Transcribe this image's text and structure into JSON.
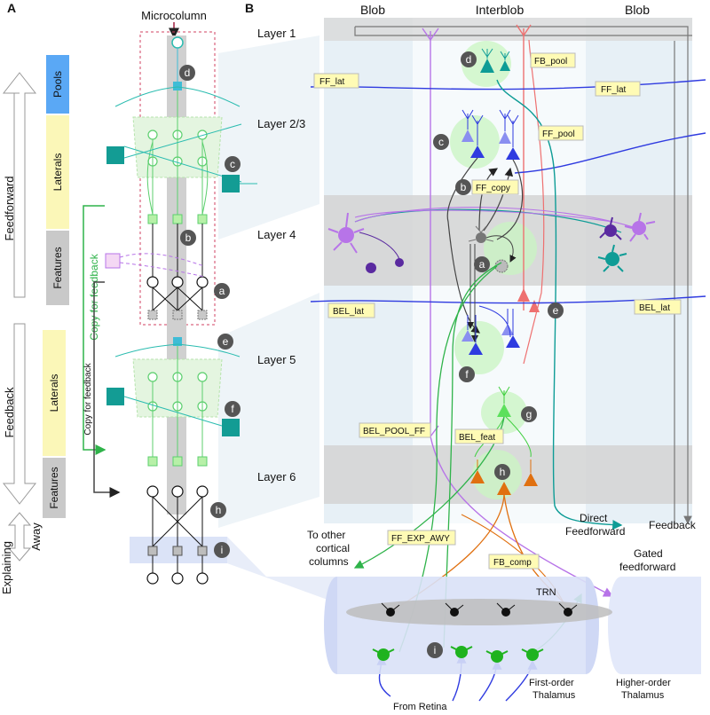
{
  "panels": {
    "a": "A",
    "b": "B"
  },
  "panel_a": {
    "microcolumn": "Microcolumn",
    "arrow_feedforward": "Feedforward",
    "arrow_feedback": "Feedback",
    "arrow_explaining": "Explaining",
    "arrow_away": "Away",
    "bar_pools": "Pools",
    "bar_laterals_top": "Laterals",
    "bar_features_top": "Features",
    "bar_laterals_bottom": "Laterals",
    "bar_features_bottom": "Features",
    "copy_feedback_green": "Copy for feedback",
    "copy_feedback_black": "Copy for feedback",
    "circles": {
      "a": "a",
      "b": "b",
      "c": "c",
      "d": "d",
      "e": "e",
      "f": "f",
      "h": "h",
      "i": "i"
    }
  },
  "panel_b": {
    "col_blob_left": "Blob",
    "col_interblob": "Interblob",
    "col_blob_right": "Blob",
    "layer1": "Layer 1",
    "layer23": "Layer  2/3",
    "layer4": "Layer  4",
    "layer5": "Layer  5",
    "layer6": "Layer  6",
    "tags": {
      "ff_lat_left": "FF_lat",
      "ff_lat_right": "FF_lat",
      "fb_pool": "FB_pool",
      "ff_pool": "FF_pool",
      "ff_copy": "FF_copy",
      "bel_lat_left": "BEL_lat",
      "bel_lat_right": "BEL_lat",
      "bel_pool_ff": "BEL_POOL_FF",
      "bel_feat": "BEL_feat",
      "ff_exp_awy": "FF_EXP_AWY",
      "fb_comp": "FB_comp"
    },
    "circles": {
      "a": "a",
      "b": "b",
      "c": "c",
      "d": "d",
      "e": "e",
      "f": "f",
      "g": "g",
      "h": "h",
      "i": "i"
    },
    "direct_ff_1": "Direct",
    "direct_ff_2": "Feedforward",
    "feedback": "Feedback",
    "other_cols_1": "To other",
    "other_cols_2": "cortical",
    "other_cols_3": "columns",
    "gated_1": "Gated",
    "gated_2": "feedforward",
    "trn": "TRN",
    "first_order_1": "First-order",
    "first_order_2": "Thalamus",
    "higher_order_1": "Higher-order",
    "higher_order_2": "Thalamus",
    "from_retina": "From Retina"
  },
  "colors": {
    "pools": "#5aa8f5",
    "laterals": "#fbf7b8",
    "features": "#c9c9c9",
    "teal": "#0e9c96",
    "cyan": "#3fbcd6",
    "green": "#4fd36b",
    "blue": "#2f3be0",
    "purple": "#b774e8",
    "red": "#ee7070",
    "orange": "#e07010",
    "tag_fill": "#fffbb5"
  }
}
